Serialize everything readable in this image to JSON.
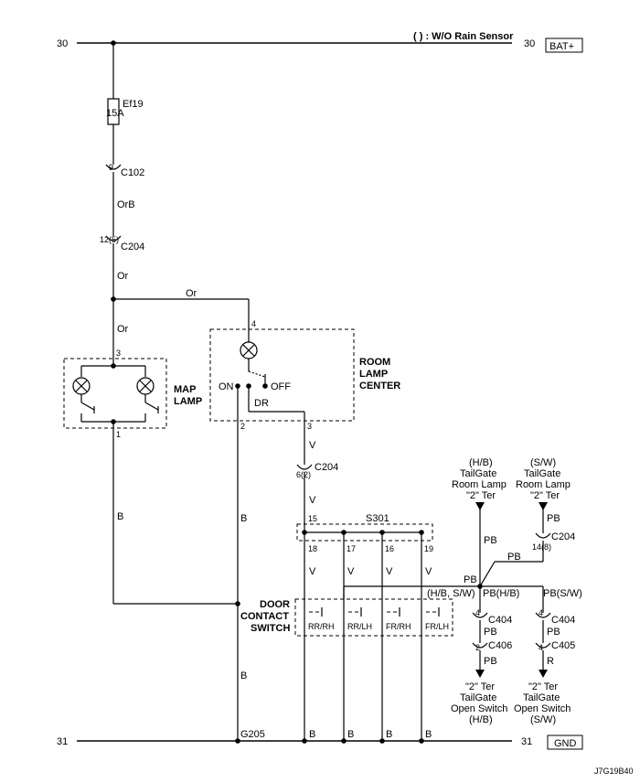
{
  "legend": "( ) : W/O Rain Sensor",
  "rails": {
    "top_left": "30",
    "top_right": "30",
    "top_box": "BAT+",
    "bottom_left": "31",
    "bottom_right": "31",
    "bottom_box": "GND"
  },
  "fuse": {
    "name": "Ef19",
    "rating": "15A"
  },
  "connectors": {
    "c102_pin": "9",
    "c102": "C102",
    "c204a_pin": "12(5)",
    "c204a": "C204",
    "c204b_pin": "6(2)",
    "c204b": "C204",
    "c204c_pin": "14(8)",
    "c204c": "C204",
    "c404a_pin": "4",
    "c404a": "C404",
    "c406_pin": "2",
    "c406": "C406",
    "c404b_pin": "4",
    "c404b": "C404",
    "c405_pin": "4",
    "c405": "C405"
  },
  "wires": {
    "orb": "OrB",
    "or1": "Or",
    "or2": "Or",
    "or3": "Or",
    "dr": "DR",
    "v1": "V",
    "v2": "V",
    "v_s1": "V",
    "v_s2": "V",
    "v_s3": "V",
    "v_s4": "V",
    "b_map": "B",
    "b_room": "B",
    "b_g205": "B",
    "b_g1": "B",
    "b_g2": "B",
    "b_g3": "B",
    "b_g4": "B",
    "pb_top": "PB",
    "pb_hb_sw": "PB",
    "pb_sw_top": "PB",
    "pb_mid": "PB",
    "pb_hb": "PB(H/B)",
    "pb_sw": "PB(S/W)",
    "hb_sw": "(H/B, S/W)",
    "pb_c406": "PB",
    "pb_c404b": "PB",
    "pb_c404a": "PB",
    "r_c405": "R"
  },
  "map_lamp": {
    "title1": "MAP",
    "title2": "LAMP",
    "pin_top": "3",
    "pin_bottom": "1"
  },
  "room_lamp": {
    "title1": "ROOM",
    "title2": "LAMP",
    "title3": "CENTER",
    "pin_top": "4",
    "pin_on": "2",
    "pin_out": "3",
    "on": "ON",
    "off": "OFF"
  },
  "splice": {
    "name": "S301",
    "pin_in": "15",
    "pins": [
      "18",
      "17",
      "16",
      "19"
    ]
  },
  "door_switch": {
    "title1": "DOOR",
    "title2": "CONTACT",
    "title3": "SWITCH",
    "labels": [
      "RR/RH",
      "RR/LH",
      "FR/RH",
      "FR/LH"
    ]
  },
  "ground": {
    "name": "G205"
  },
  "tailgate_room_hb": [
    "(H/B)",
    "TailGate",
    "Room Lamp",
    "\"2\" Ter"
  ],
  "tailgate_room_sw": [
    "(S/W)",
    "TailGate",
    "Room Lamp",
    "\"2\" Ter"
  ],
  "tailgate_open_hb": [
    "\"2\" Ter",
    "TailGate",
    "Open Switch",
    "(H/B)"
  ],
  "tailgate_open_sw": [
    "\"2\" Ter",
    "TailGate",
    "Open Switch",
    "(S/W)"
  ],
  "figure_code": "J7G19B40"
}
